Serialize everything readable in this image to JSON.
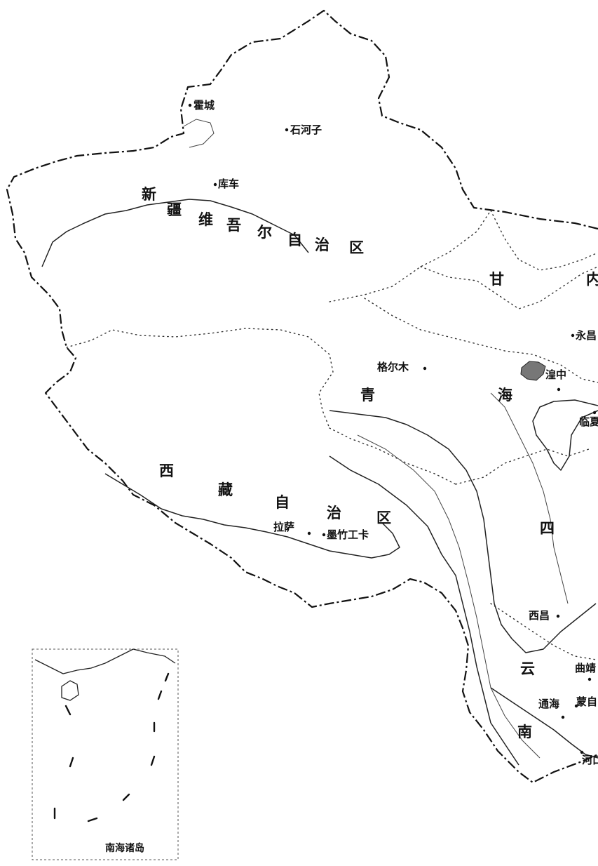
{
  "cities": {
    "huocheng": "霍城",
    "shihezi": "石河子",
    "kuche": "库车",
    "geermu": "格尔木",
    "huangzhong": "湟中",
    "yongchang": "永昌",
    "linxia": "临夏",
    "lasa": "拉萨",
    "mozhugongka": "墨竹工卡",
    "xichang": "西昌",
    "qujing": "曲靖",
    "tonghai": "通海",
    "mengzi": "蒙自",
    "hekou": "河口"
  },
  "regions": {
    "xinjiang": [
      "新",
      "疆",
      "维",
      "吾",
      "尔",
      "自",
      "治",
      "区"
    ],
    "xizang": [
      "西",
      "藏",
      "自",
      "治",
      "区"
    ],
    "qinghai": [
      "青",
      "海"
    ],
    "gansu": "甘",
    "neimenggu": "内",
    "sichuan": "四",
    "yunnan": [
      "云",
      "南"
    ]
  },
  "inset": {
    "label": "南海诸岛"
  }
}
